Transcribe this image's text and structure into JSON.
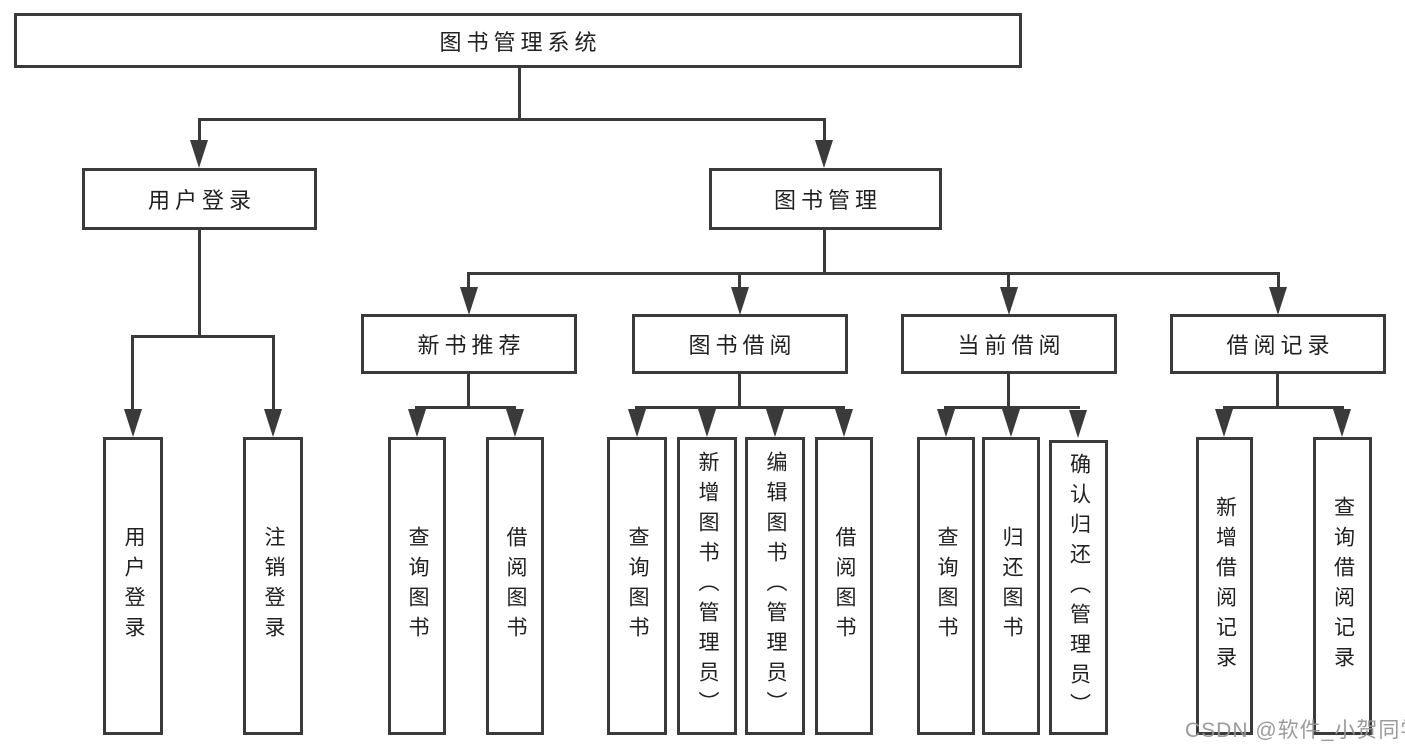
{
  "colors": {
    "line": "#3a3a3a",
    "text": "#212121",
    "watermark": "#969696",
    "background": "#ffffff"
  },
  "watermark": {
    "text": "CSDN @软件_小贺同学"
  },
  "tree": {
    "root": {
      "label": "图书管理系统"
    },
    "branches": [
      {
        "label": "用户登录",
        "children": [
          {
            "label": "用户登录"
          },
          {
            "label": "注销登录"
          }
        ]
      },
      {
        "label": "图书管理",
        "children": [
          {
            "label": "新书推荐",
            "children": [
              {
                "label": "查询图书"
              },
              {
                "label": "借阅图书"
              }
            ]
          },
          {
            "label": "图书借阅",
            "children": [
              {
                "label": "查询图书"
              },
              {
                "label": "新增图书（管理员）"
              },
              {
                "label": "编辑图书（管理员）"
              },
              {
                "label": "借阅图书"
              }
            ]
          },
          {
            "label": "当前借阅",
            "children": [
              {
                "label": "查询图书"
              },
              {
                "label": "归还图书"
              },
              {
                "label": "确认归还（管理员）"
              }
            ]
          },
          {
            "label": "借阅记录",
            "children": [
              {
                "label": "新增借阅记录"
              },
              {
                "label": "查询借阅记录"
              }
            ]
          }
        ]
      }
    ]
  }
}
